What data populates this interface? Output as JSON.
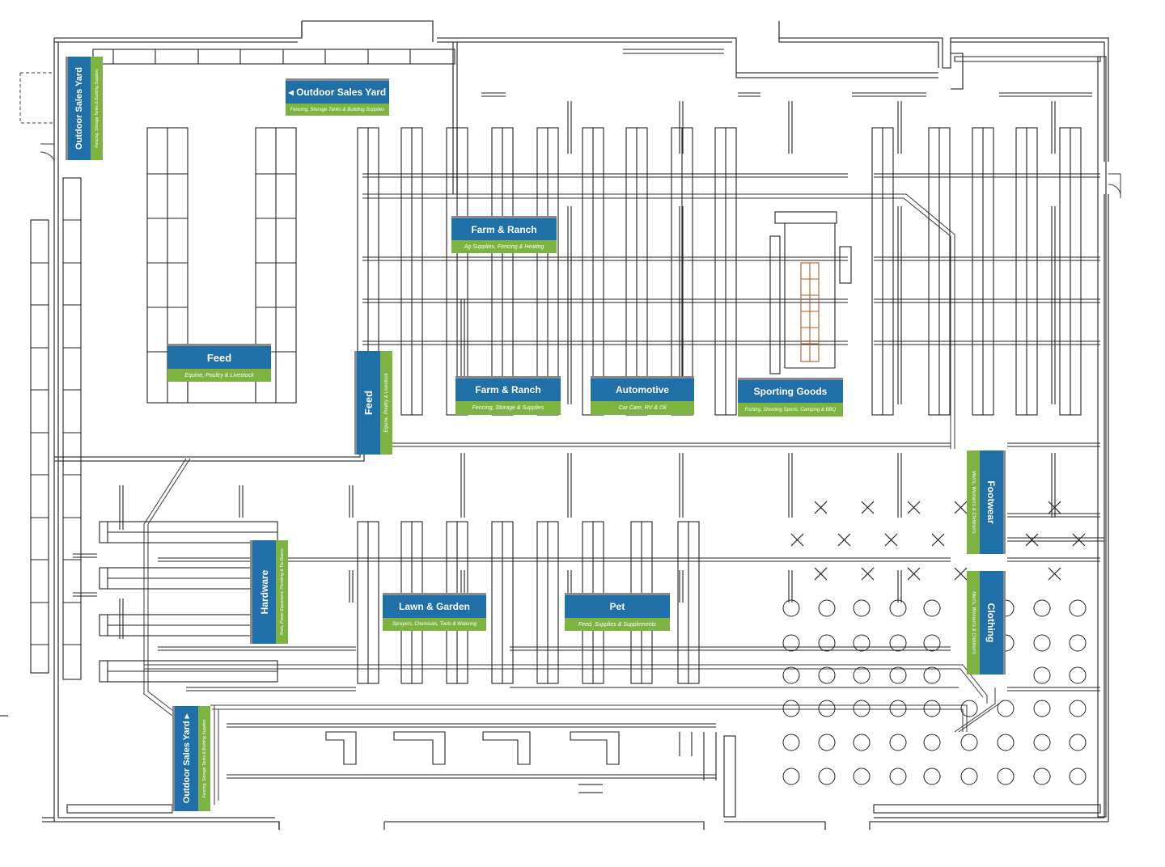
{
  "colors": {
    "sign_blue": "#1f6fa8",
    "sign_green": "#7cb341",
    "walls": "#3a3a3a",
    "fixtures": "#222222",
    "floor": "#ffffff"
  },
  "signs": {
    "outdoor_top": {
      "title": "◂ Outdoor Sales Yard",
      "subtitle": "Fencing, Storage Tanks & Building Supplies"
    },
    "outdoor_left": {
      "title": "Outdoor Sales Yard",
      "subtitle": "Fencing, Storage Tanks & Building Supplies"
    },
    "outdoor_bottom": {
      "title": "Outdoor Sales Yard ▸",
      "subtitle": "Fencing, Storage Tanks & Building Supplies"
    },
    "feed_main": {
      "title": "Feed",
      "subtitle": "Equine, Poultry & Livestock"
    },
    "feed_vertical": {
      "title": "Feed",
      "subtitle": "Equine, Poultry & Livestock"
    },
    "farm_ranch_top": {
      "title": "Farm & Ranch",
      "subtitle": "Ag Supplies, Fencing & Heating"
    },
    "farm_ranch_mid": {
      "title": "Farm & Ranch",
      "subtitle": "Fencing, Storage & Supplies"
    },
    "automotive": {
      "title": "Automotive",
      "subtitle": "Car Care, RV & Oil"
    },
    "sporting_goods": {
      "title": "Sporting Goods",
      "subtitle": "Fishing, Shooting Sports, Camping & BBQ"
    },
    "footwear": {
      "title": "Footwear",
      "subtitle": "Men's, Women's & Children's"
    },
    "clothing": {
      "title": "Clothing",
      "subtitle": "Men's, Women's & Children's"
    },
    "hardware": {
      "title": "Hardware",
      "subtitle": "Tools, Power Equipment, Plumbing & Tie Downs"
    },
    "lawn_garden": {
      "title": "Lawn & Garden",
      "subtitle": "Sprayers, Chemicals, Tools & Watering"
    },
    "pet": {
      "title": "Pet",
      "subtitle": "Feed, Supplies & Supplements"
    }
  }
}
